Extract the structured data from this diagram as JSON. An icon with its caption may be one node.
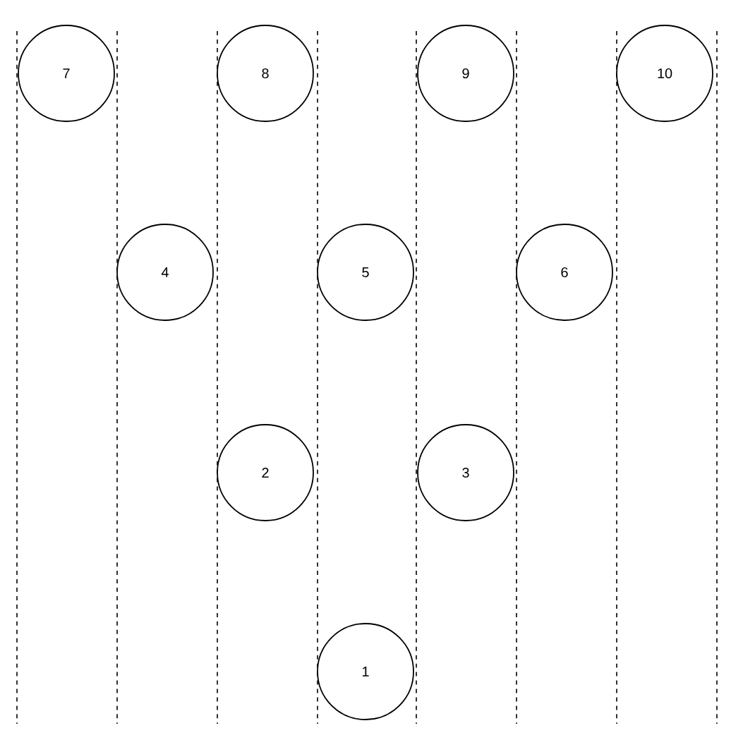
{
  "diagram": {
    "nodes": [
      {
        "text": [
          "7"
        ]
      },
      {
        "text": [
          "8"
        ]
      },
      {
        "text": [
          "9"
        ]
      },
      {
        "text": [
          "10"
        ]
      },
      {
        "text": [
          "4"
        ]
      },
      {
        "text": [
          "5"
        ]
      },
      {
        "text": [
          "6"
        ]
      },
      {
        "text": [
          "2"
        ]
      },
      {
        "text": [
          "3"
        ]
      },
      {
        "text": [
          "1"
        ]
      }
    ]
  }
}
